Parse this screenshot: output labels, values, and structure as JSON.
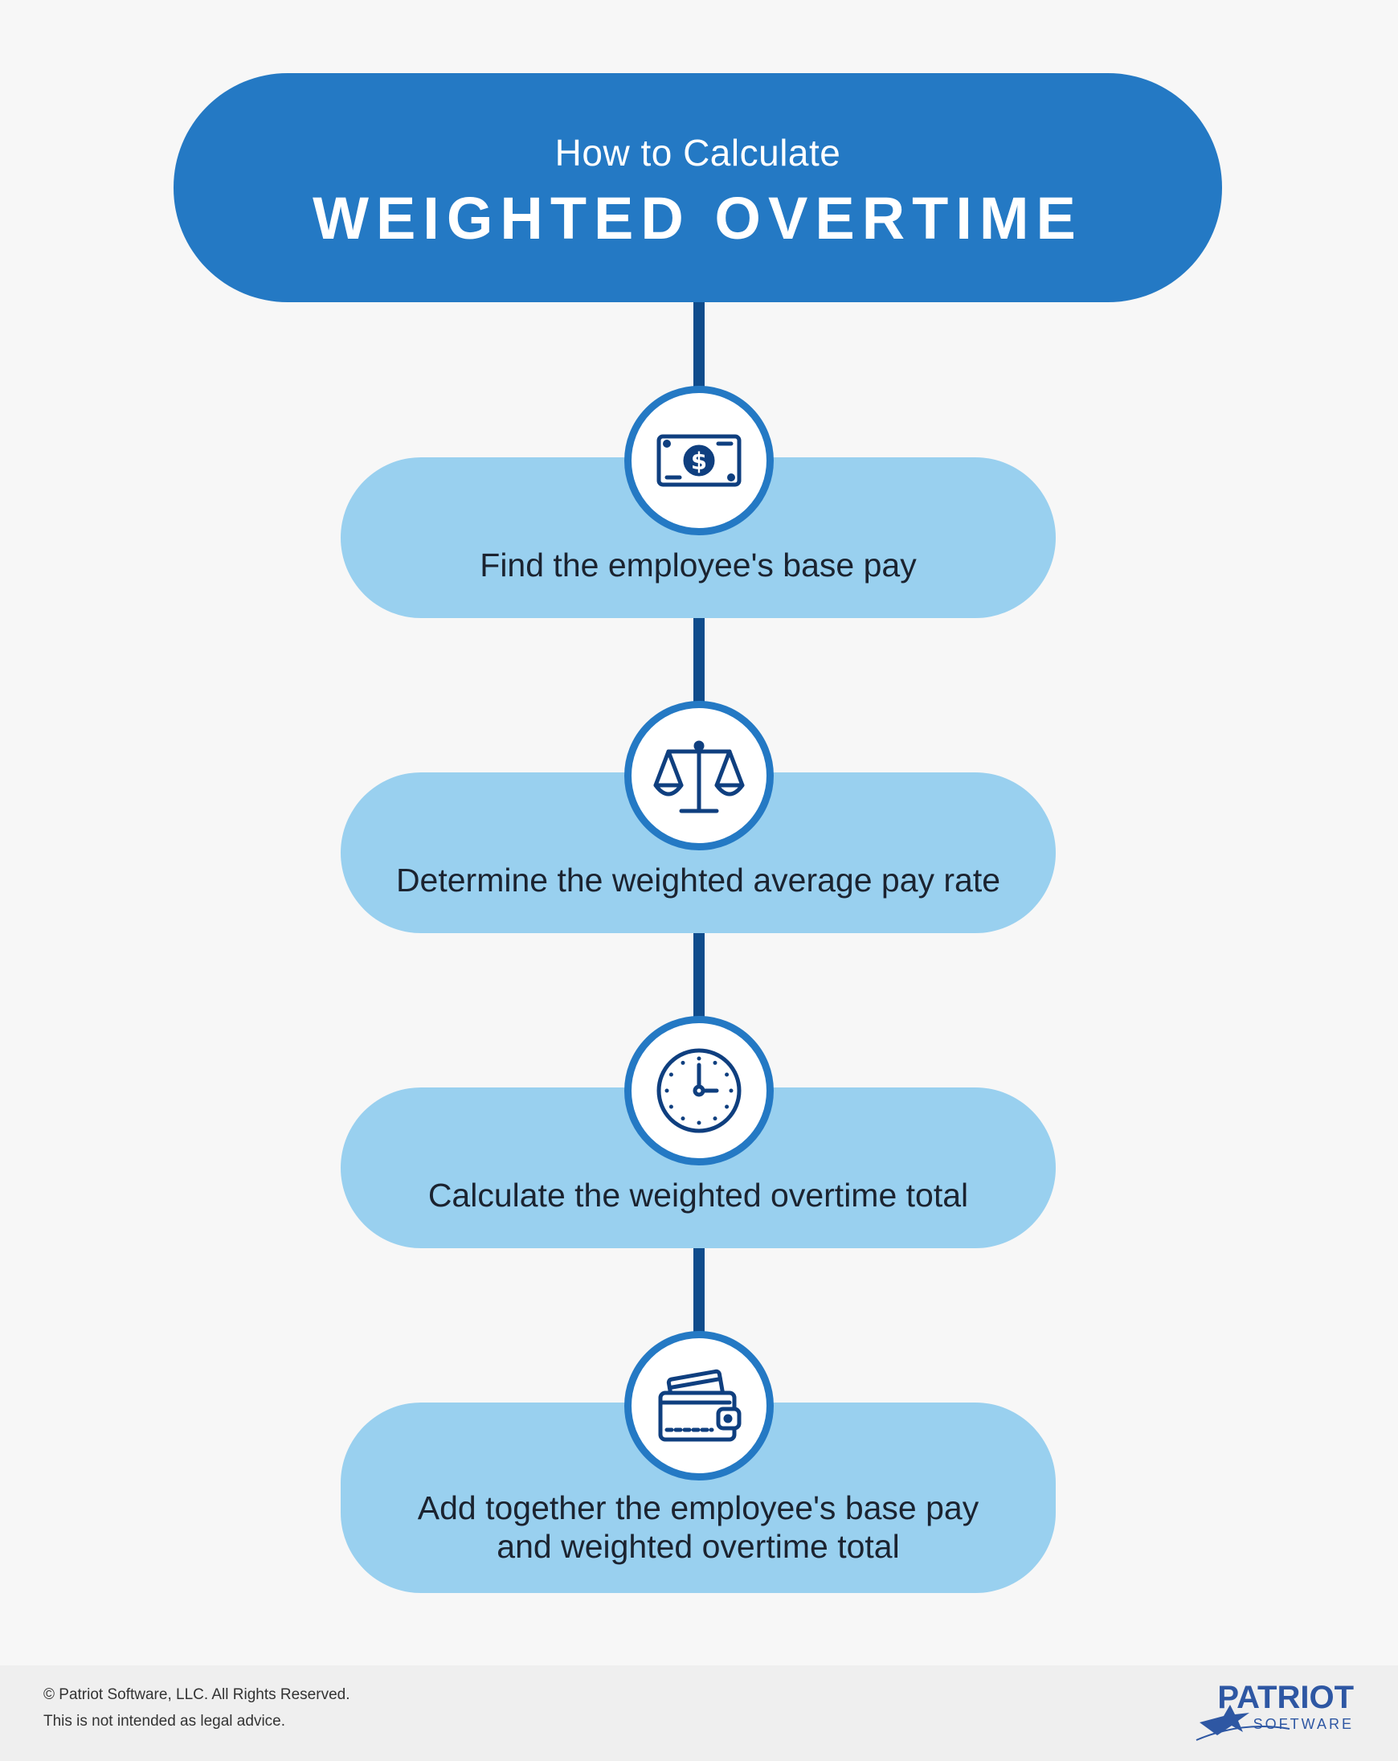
{
  "header": {
    "subtitle": "How to Calculate",
    "title": "WEIGHTED OVERTIME"
  },
  "steps": [
    {
      "label": "Find the employee's base pay",
      "icon": "dollar-bill-icon"
    },
    {
      "label": "Determine the weighted average pay rate",
      "icon": "balance-scale-icon"
    },
    {
      "label": "Calculate the weighted overtime total",
      "icon": "clock-icon"
    },
    {
      "label_line1": "Add together the employee's base pay",
      "label_line2": "and weighted overtime total",
      "icon": "wallet-icon"
    }
  ],
  "footer": {
    "copyright": "© Patriot Software, LLC. All Rights Reserved.",
    "disclaimer": "This is not intended as legal advice.",
    "logo_word": "PATRIOT",
    "logo_sub": "SOFTWARE"
  },
  "colors": {
    "header": "#2479c4",
    "connector": "#0f4c8c",
    "step": "#99d0ef",
    "icon_stroke": "#0f3f7f",
    "background": "#f7f7f7"
  }
}
